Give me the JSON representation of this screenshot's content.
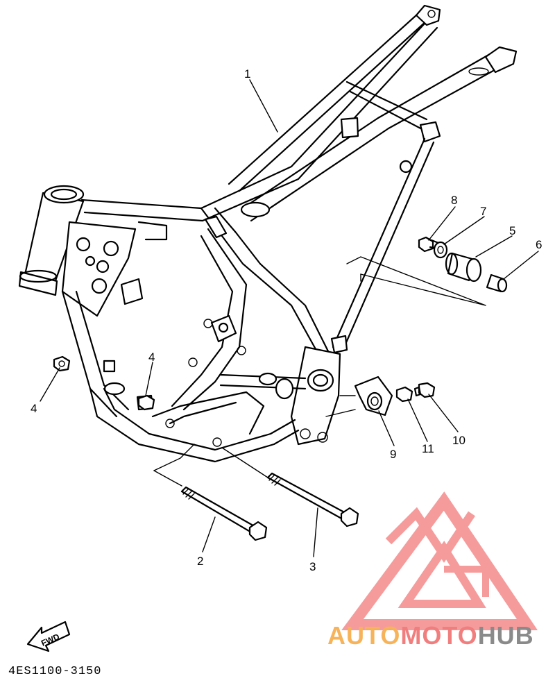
{
  "diagram": {
    "part_code": "4ES1100-3150",
    "fwd_label": "FWD",
    "callouts": [
      {
        "id": "c1",
        "label": "1"
      },
      {
        "id": "c2",
        "label": "2"
      },
      {
        "id": "c3",
        "label": "3"
      },
      {
        "id": "c4a",
        "label": "4"
      },
      {
        "id": "c4b",
        "label": "4"
      },
      {
        "id": "c5",
        "label": "5"
      },
      {
        "id": "c6",
        "label": "6"
      },
      {
        "id": "c7",
        "label": "7"
      },
      {
        "id": "c8",
        "label": "8"
      },
      {
        "id": "c9",
        "label": "9"
      },
      {
        "id": "c10",
        "label": "10"
      },
      {
        "id": "c11",
        "label": "11"
      }
    ]
  },
  "watermark": {
    "part1": "AUTO",
    "part2": "MOTO",
    "part3": "HUB",
    "colors": {
      "auto": "#f7b35a",
      "moto": "#f17e7e",
      "hub": "#8a8a8a",
      "logo": "#f17e7e"
    }
  }
}
